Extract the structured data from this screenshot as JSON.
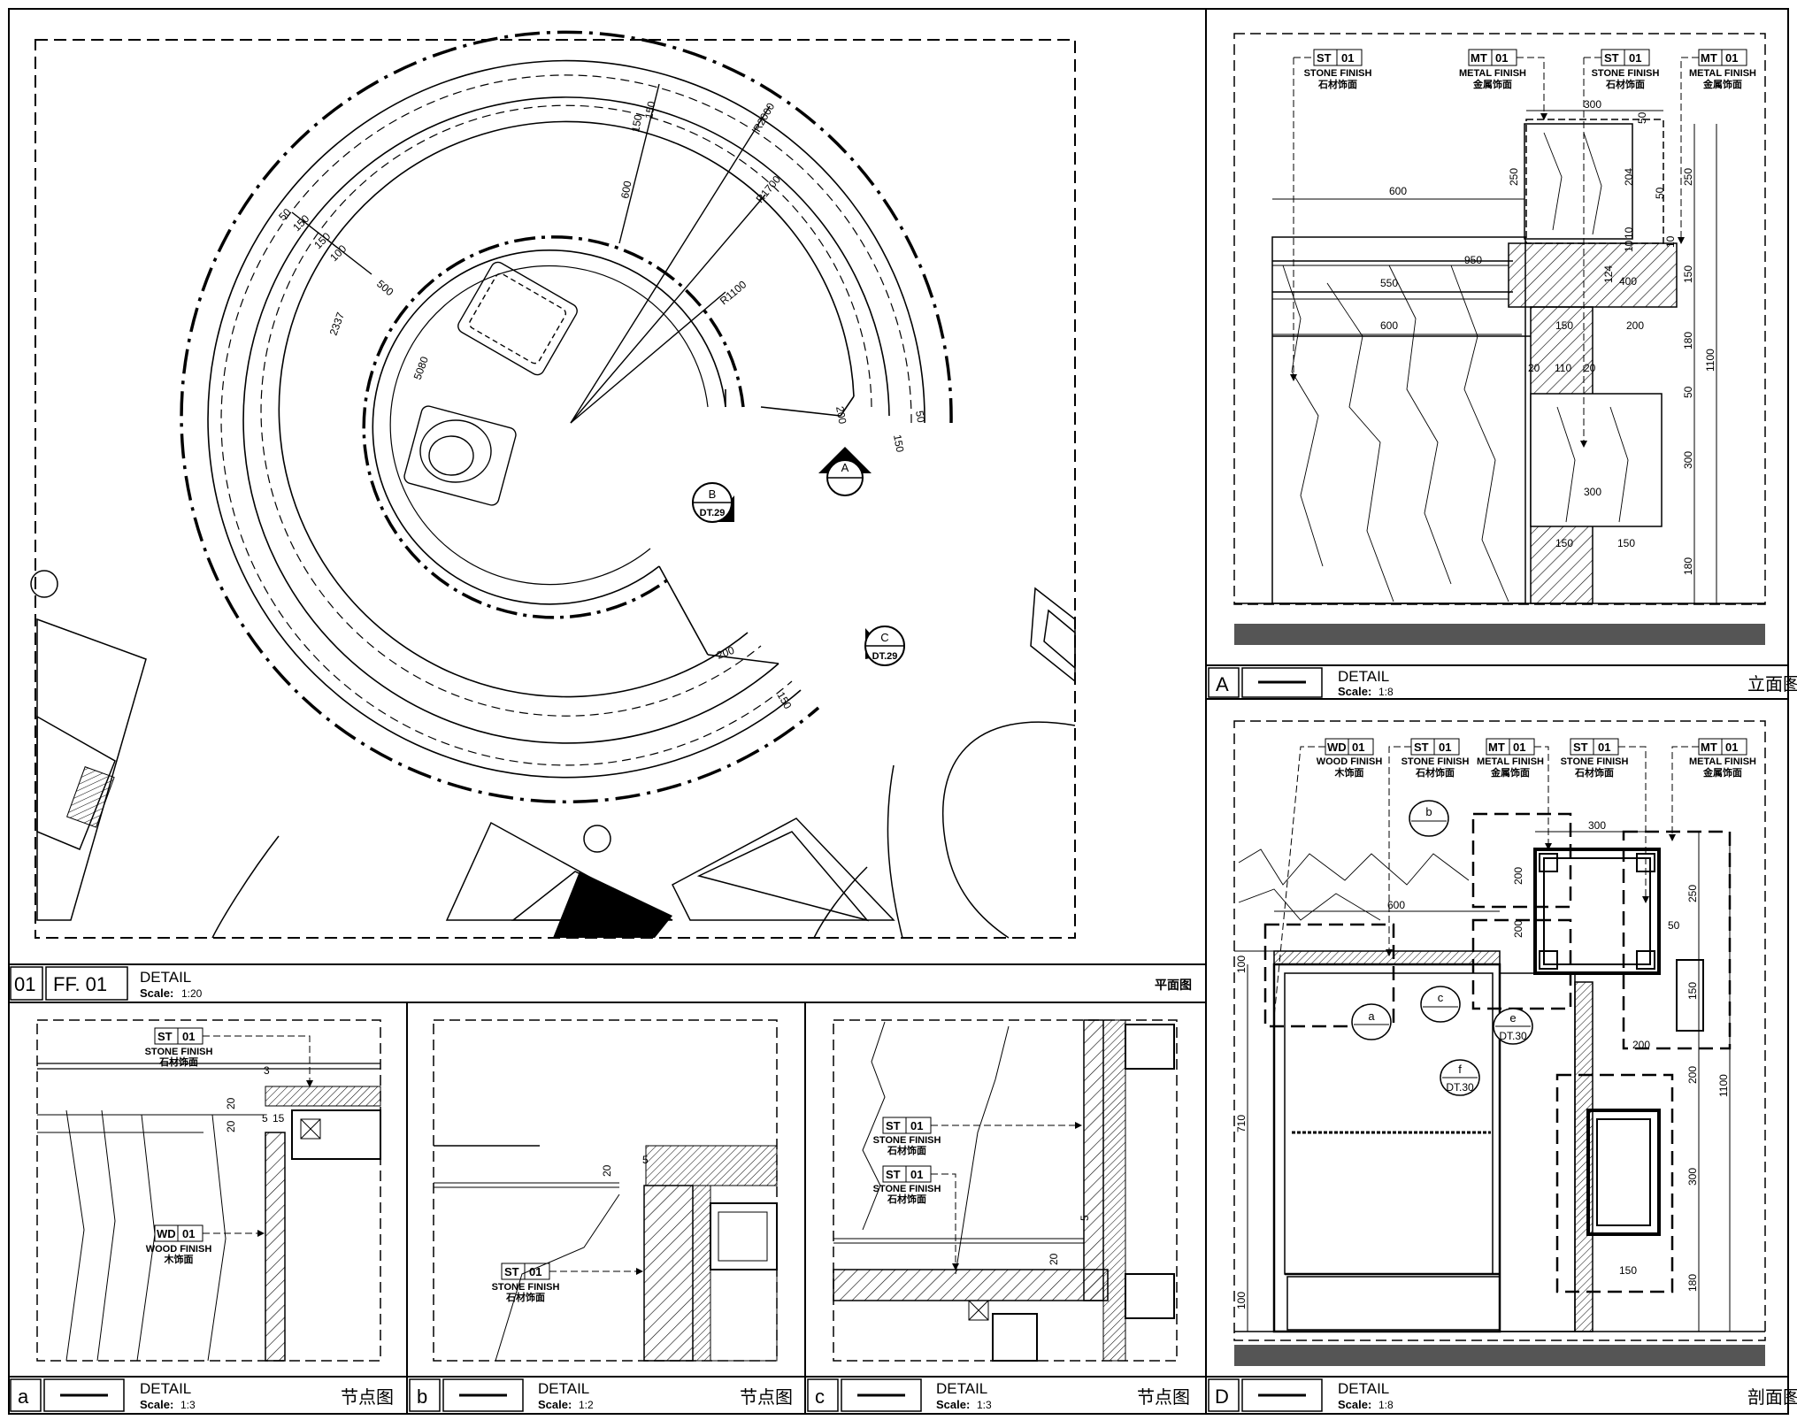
{
  "sheet": {
    "view01": {
      "num": "01",
      "code": "FF. 01",
      "title": "DETAIL",
      "scale_label": "Scale:",
      "scale": "1:20",
      "type": "平面图"
    },
    "viewA": {
      "num": "A",
      "title": "DETAIL",
      "scale_label": "Scale:",
      "scale": "1:8",
      "type": "立面图"
    },
    "viewD": {
      "num": "D",
      "title": "DETAIL",
      "scale_label": "Scale:",
      "scale": "1:8",
      "type": "剖面图"
    },
    "viewa": {
      "num": "a",
      "title": "DETAIL",
      "scale_label": "Scale:",
      "scale": "1:3",
      "type": "节点图"
    },
    "viewb": {
      "num": "b",
      "title": "DETAIL",
      "scale_label": "Scale:",
      "scale": "1:2",
      "type": "节点图"
    },
    "viewc": {
      "num": "c",
      "title": "DETAIL",
      "scale_label": "Scale:",
      "scale": "1:3",
      "type": "节点图"
    }
  },
  "materials": {
    "st": {
      "code": "ST",
      "num": "01",
      "en": "STONE FINISH",
      "cn": "石材饰面"
    },
    "mt": {
      "code": "MT",
      "num": "01",
      "en": "METAL FINISH",
      "cn": "金属饰面"
    },
    "wd": {
      "code": "WD",
      "num": "01",
      "en": "WOOD FINISH",
      "cn": "木饰面"
    }
  },
  "plan": {
    "radii": [
      "R2000",
      "R1700",
      "R1100"
    ],
    "dims": [
      "150",
      "150",
      "600",
      "50",
      "150",
      "150",
      "100",
      "500",
      "2337",
      "5080",
      "200",
      "50",
      "150",
      "200",
      "150"
    ],
    "markers": {
      "A": {
        "letter": "A",
        "ref": ""
      },
      "B": {
        "letter": "B",
        "ref": "DT.29"
      },
      "C": {
        "letter": "C",
        "ref": "DT.29"
      }
    }
  },
  "elevA": {
    "dims": [
      "300",
      "250",
      "204",
      "600",
      "950",
      "550",
      "400",
      "600",
      "150",
      "200",
      "20",
      "110",
      "20",
      "300",
      "150",
      "150",
      "250",
      "150",
      "180",
      "1100",
      "300",
      "180",
      "50",
      "10",
      "10",
      "10",
      "50",
      "50",
      "124"
    ]
  },
  "sectionD": {
    "callouts": {
      "a": "a",
      "b": "b",
      "c": "c",
      "e": "e",
      "e_ref": "DT.30",
      "f": "f",
      "f_ref": "DT.30"
    },
    "dims": [
      "300",
      "600",
      "100",
      "710",
      "100",
      "250",
      "50",
      "150",
      "200",
      "200",
      "300",
      "180",
      "1100",
      "150",
      "200",
      "200"
    ]
  },
  "detail_a": {
    "dims": [
      "3",
      "20",
      "20",
      "5",
      "15"
    ]
  },
  "detail_b": {
    "dims": [
      "20",
      "5"
    ]
  },
  "detail_c": {
    "dims": [
      "20",
      "5"
    ]
  }
}
